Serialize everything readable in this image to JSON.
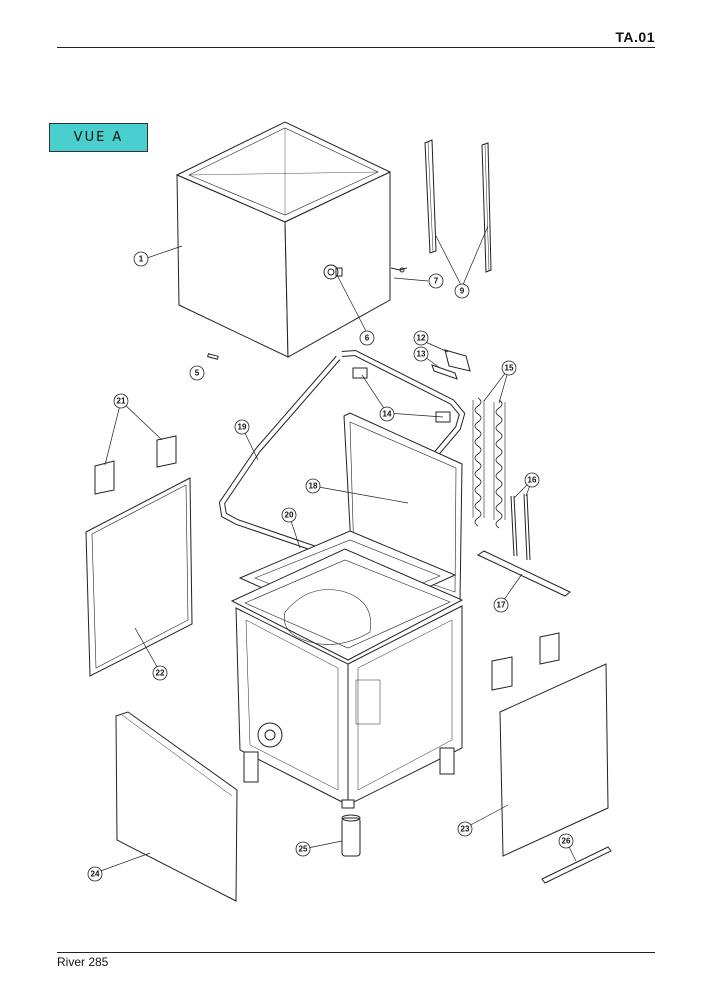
{
  "header": {
    "code": "TA.01"
  },
  "view_label": "VUE A",
  "footer": {
    "model": "River 285"
  },
  "callouts": [
    {
      "id": "c1",
      "label": "1"
    },
    {
      "id": "c5",
      "label": "5"
    },
    {
      "id": "c6",
      "label": "6"
    },
    {
      "id": "c7",
      "label": "7"
    },
    {
      "id": "c9",
      "label": "9"
    },
    {
      "id": "c12",
      "label": "12"
    },
    {
      "id": "c13",
      "label": "13"
    },
    {
      "id": "c14",
      "label": "14"
    },
    {
      "id": "c15",
      "label": "15"
    },
    {
      "id": "c16",
      "label": "16"
    },
    {
      "id": "c17",
      "label": "17"
    },
    {
      "id": "c18",
      "label": "18"
    },
    {
      "id": "c19",
      "label": "19"
    },
    {
      "id": "c20",
      "label": "20"
    },
    {
      "id": "c21",
      "label": "21"
    },
    {
      "id": "c22",
      "label": "22"
    },
    {
      "id": "c23",
      "label": "23"
    },
    {
      "id": "c24",
      "label": "24"
    },
    {
      "id": "c25",
      "label": "25"
    },
    {
      "id": "c26",
      "label": "26"
    }
  ]
}
